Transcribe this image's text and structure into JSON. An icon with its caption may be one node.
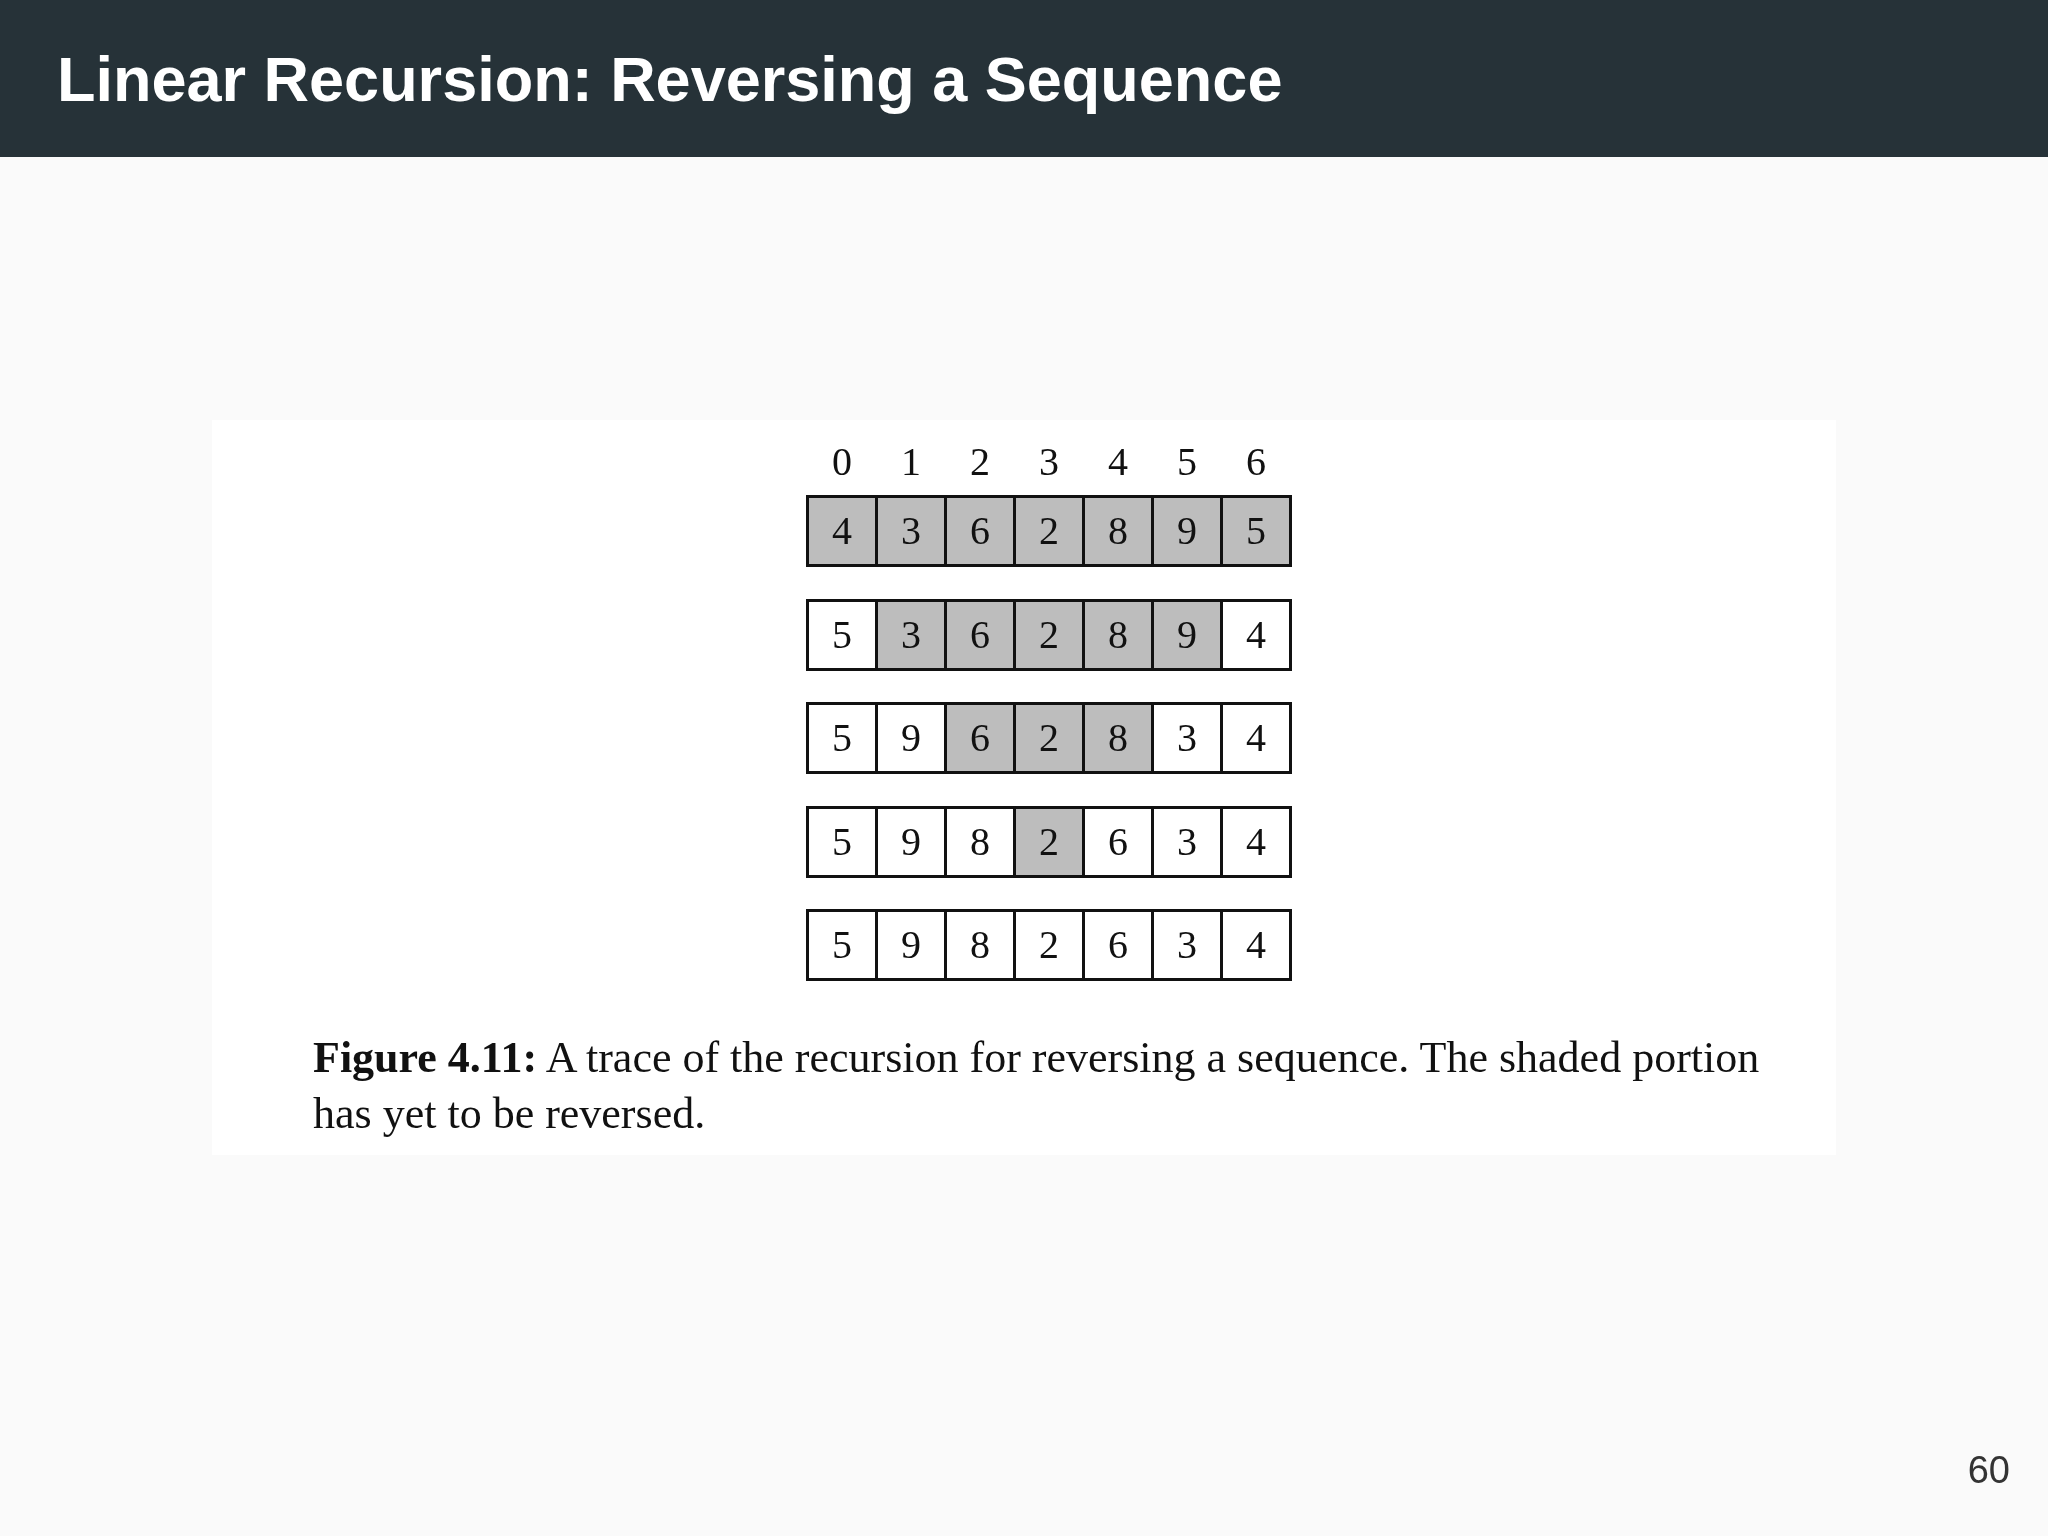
{
  "diagram": {
    "title": "Linear Recursion: Reversing a Sequence",
    "caption": "**Figure 4.11:** A trace of the recursion for reversing a sequence. The shaded portion has yet to be reversed.",
    "nodes": [
      {
        "text": [
          "4"
        ]
      },
      {
        "text": [
          "3"
        ]
      },
      {
        "text": [
          "6"
        ]
      },
      {
        "text": [
          "2"
        ]
      },
      {
        "text": [
          "8"
        ]
      },
      {
        "text": [
          "9"
        ]
      },
      {
        "text": [
          "5"
        ]
      },
      {
        "text": [
          "5"
        ]
      },
      {
        "text": [
          "3"
        ]
      },
      {
        "text": [
          "6"
        ]
      },
      {
        "text": [
          "2"
        ]
      },
      {
        "text": [
          "8"
        ]
      },
      {
        "text": [
          "9"
        ]
      },
      {
        "text": [
          "4"
        ]
      },
      {
        "text": [
          "5"
        ]
      },
      {
        "text": [
          "9"
        ]
      },
      {
        "text": [
          "6"
        ]
      },
      {
        "text": [
          "2"
        ]
      },
      {
        "text": [
          "8"
        ]
      },
      {
        "text": [
          "3"
        ]
      },
      {
        "text": [
          "4"
        ]
      },
      {
        "text": [
          "5"
        ]
      },
      {
        "text": [
          "9"
        ]
      },
      {
        "text": [
          "8"
        ]
      },
      {
        "text": [
          "2"
        ]
      },
      {
        "text": [
          "6"
        ]
      },
      {
        "text": [
          "3"
        ]
      },
      {
        "text": [
          "4"
        ]
      },
      {
        "text": [
          "5"
        ]
      },
      {
        "text": [
          "9"
        ]
      },
      {
        "text": [
          "8"
        ]
      },
      {
        "text": [
          "2"
        ]
      },
      {
        "text": [
          "6"
        ]
      },
      {
        "text": [
          "3"
        ]
      },
      {
        "text": [
          "4"
        ]
      }
    ],
    "edges": [],
    "labels": [
      "0",
      "1",
      "2",
      "3",
      "4",
      "5",
      "6",
      "60"
    ]
  }
}
